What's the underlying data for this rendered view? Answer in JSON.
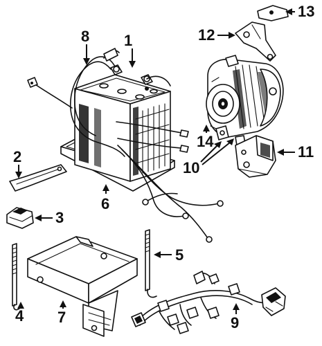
{
  "callouts": [
    {
      "id": "1",
      "label": "1"
    },
    {
      "id": "2",
      "label": "2"
    },
    {
      "id": "3",
      "label": "3"
    },
    {
      "id": "4",
      "label": "4"
    },
    {
      "id": "5",
      "label": "5"
    },
    {
      "id": "6",
      "label": "6"
    },
    {
      "id": "7",
      "label": "7"
    },
    {
      "id": "8",
      "label": "8"
    },
    {
      "id": "9",
      "label": "9"
    },
    {
      "id": "10",
      "label": "10"
    },
    {
      "id": "11",
      "label": "11"
    },
    {
      "id": "12",
      "label": "12"
    },
    {
      "id": "13",
      "label": "13"
    },
    {
      "id": "14",
      "label": "14"
    }
  ],
  "parts": [
    "battery",
    "battery-cables",
    "battery-tray-pad",
    "hold-down-bar",
    "terminal-cover",
    "tray-bolt",
    "hold-down-rod",
    "battery-tray",
    "wiring-harness",
    "alternator",
    "alternator-mount",
    "alternator-bracket",
    "mount-plate"
  ],
  "icons": {
    "leader-arrow": "triangle-arrowhead"
  }
}
